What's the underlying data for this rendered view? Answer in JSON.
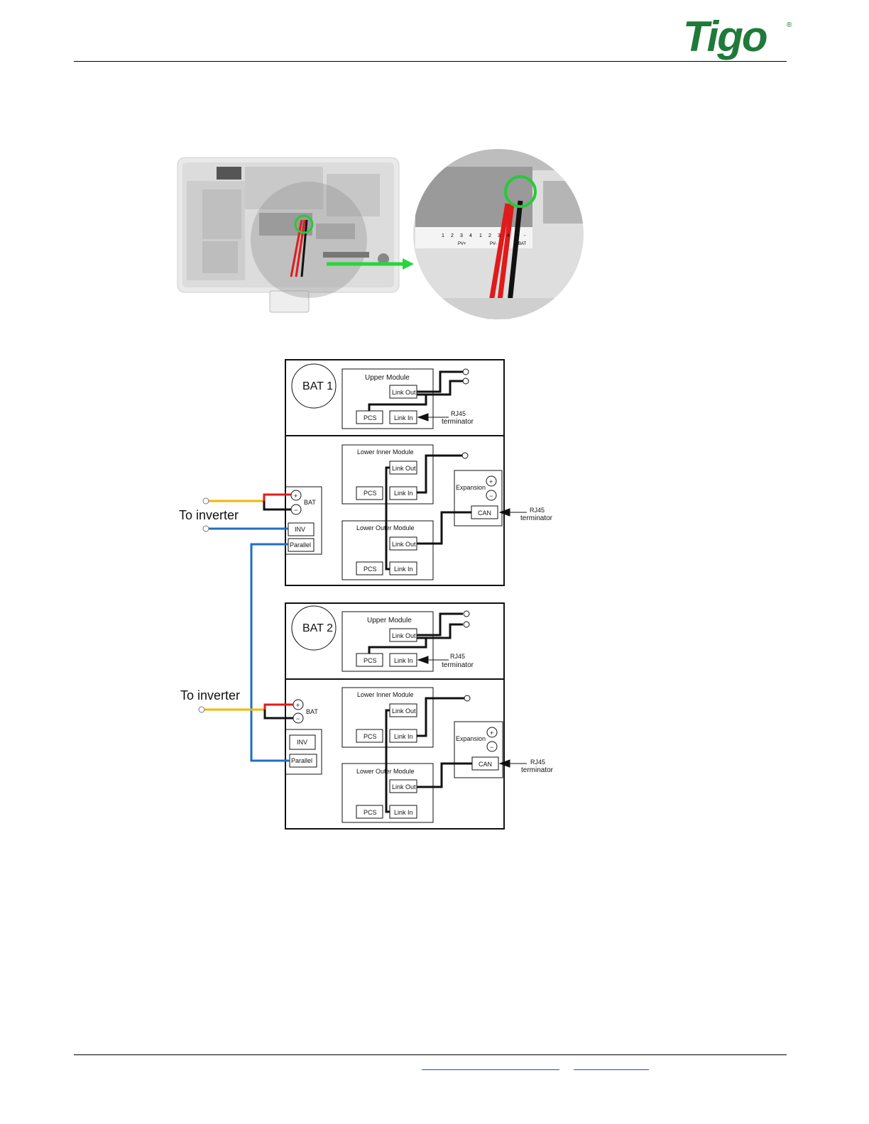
{
  "header": {
    "logo_text": "Tigo",
    "logo_mark": "®",
    "brand_color": "#1f7a3a"
  },
  "photo_labels": {
    "pv_plus": "PV+",
    "pv_minus": "PV-",
    "bat": "BAT",
    "plus": "+",
    "minus": "-",
    "pins": [
      "1",
      "2",
      "3",
      "4",
      "1",
      "2",
      "3",
      "4"
    ]
  },
  "diagram": {
    "bat1": "BAT 1",
    "bat2": "BAT 2",
    "upper_module": "Upper Module",
    "lower_inner_module": "Lower Inner Module",
    "lower_outer_module": "Lower Outer Module",
    "link_out": "Link Out",
    "link_in": "Link In",
    "pcs": "PCS",
    "rj45": "RJ45",
    "terminator": "terminator",
    "expansion": "Expansion",
    "can": "CAN",
    "bat_label": "BAT",
    "inv": "INV",
    "parallel": "Parallel",
    "to_inverter": "To inverter",
    "plus": "+",
    "minus": "−"
  },
  "colors": {
    "positive_wire": "#e01b1b",
    "negative_wire": "#111111",
    "ac_wire": "#f4b400",
    "comm_wire": "#1f6fc0",
    "arrow": "#27d63a",
    "highlight": "#27c93a"
  }
}
